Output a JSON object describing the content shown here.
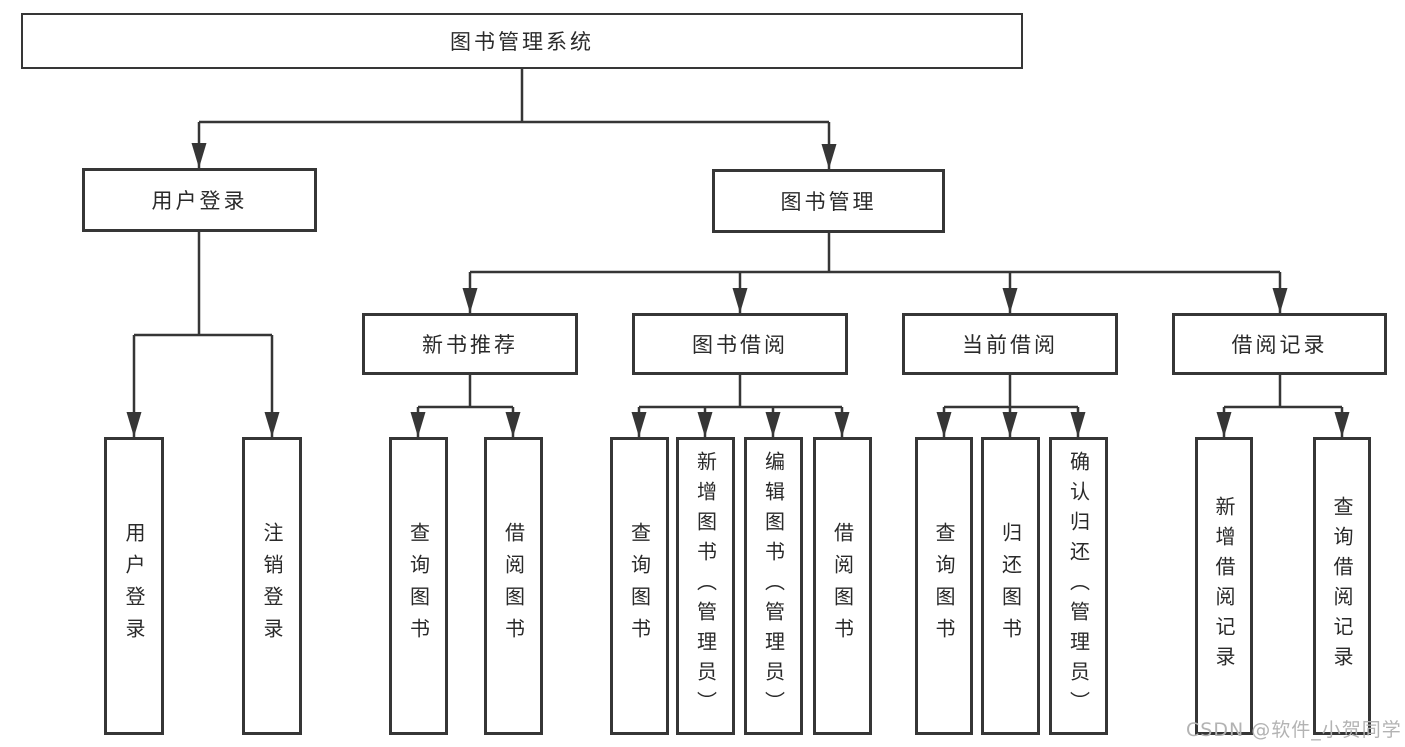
{
  "tree": {
    "root": {
      "label": "图书管理系统"
    },
    "branches": [
      {
        "label": "用户登录",
        "leaves": [
          {
            "label": "用户登录"
          },
          {
            "label": "注销登录"
          }
        ]
      },
      {
        "label": "图书管理",
        "groups": [
          {
            "label": "新书推荐",
            "leaves": [
              {
                "label": "查询图书"
              },
              {
                "label": "借阅图书"
              }
            ]
          },
          {
            "label": "图书借阅",
            "leaves": [
              {
                "label": "查询图书"
              },
              {
                "label": "新增图书（管理员）"
              },
              {
                "label": "编辑图书（管理员）"
              },
              {
                "label": "借阅图书"
              }
            ]
          },
          {
            "label": "当前借阅",
            "leaves": [
              {
                "label": "查询图书"
              },
              {
                "label": "归还图书"
              },
              {
                "label": "确认归还（管理员）"
              }
            ]
          },
          {
            "label": "借阅记录",
            "leaves": [
              {
                "label": "新增借阅记录"
              },
              {
                "label": "查询借阅记录"
              }
            ]
          }
        ]
      }
    ]
  },
  "watermark": {
    "text": "CSDN @软件_小贺同学",
    "color": "#b3b3b3"
  },
  "colors": {
    "line": "#363636",
    "box_border": "#363636",
    "text": "#2a2a2a",
    "background": "#ffffff"
  }
}
